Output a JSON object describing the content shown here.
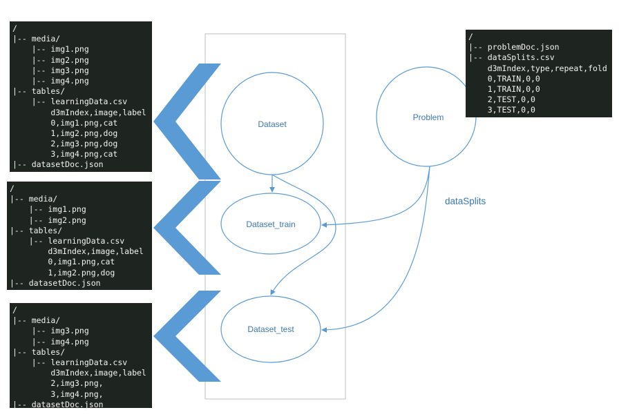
{
  "nodes": {
    "dataset": "Dataset",
    "dataset_train": "Dataset_train",
    "dataset_test": "Dataset_test",
    "problem": "Problem"
  },
  "edges": {
    "datasplits_label": "dataSplits"
  },
  "terminals": {
    "dataset_tree": [
      "/",
      "|-- media/",
      "    |-- img1.png",
      "    |-- img2.png",
      "    |-- img3.png",
      "    |-- img4.png",
      "|-- tables/",
      "    |-- learningData.csv",
      "        d3mIndex,image,label",
      "        0,img1.png,cat",
      "        1,img2.png,dog",
      "        2,img3.png,dog",
      "        3,img4.png,cat",
      "|-- datasetDoc.json"
    ],
    "train_tree": [
      "/",
      "|-- media/",
      "    |-- img1.png",
      "    |-- img2.png",
      "|-- tables/",
      "    |-- learningData.csv",
      "        d3mIndex,image,label",
      "        0,img1.png,cat",
      "        1,img2.png,dog",
      "|-- datasetDoc.json"
    ],
    "test_tree": [
      "/",
      "|-- media/",
      "    |-- img3.png",
      "    |-- img4.png",
      "|-- tables/",
      "    |-- learningData.csv",
      "        d3mIndex,image,label",
      "        2,img3.png,",
      "        3,img4.png,",
      "|-- datasetDoc.json"
    ],
    "problem_tree": [
      "/",
      "|-- problemDoc.json",
      "|-- dataSplits.csv",
      "    d3mIndex,type,repeat,fold",
      "    0,TRAIN,0,0",
      "    1,TRAIN,0,0",
      "    2,TEST,0,0",
      "    3,TEST,0,0"
    ]
  },
  "colors": {
    "accent": "#3a78b5",
    "chevron": "#5b9bd5",
    "terminal_bg": "#1e2521",
    "terminal_text": "#f2f2f2",
    "container_border": "#bfbfbf"
  }
}
